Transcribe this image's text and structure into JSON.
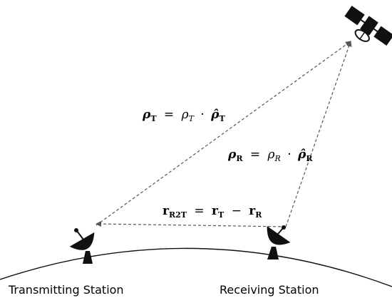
{
  "stations": {
    "transmitting": "Transmitting Station",
    "receiving": "Receiving Station"
  },
  "equations": {
    "rho_t": {
      "lhs": "ρ",
      "lhs_sub": "T",
      "eq": "=",
      "r1": "ρ",
      "r1_sub": "T",
      "dot": "·",
      "r2": "ρ̂",
      "r2_sub": "T"
    },
    "rho_r": {
      "lhs": "ρ",
      "lhs_sub": "R",
      "eq": "=",
      "r1": "ρ",
      "r1_sub": "R",
      "dot": "·",
      "r2": "ρ̂",
      "r2_sub": "R"
    },
    "r_r2t": {
      "lhs": "r",
      "lhs_sub": "R2T",
      "eq": "=",
      "r1": "r",
      "r1_sub": "T",
      "minus": "−",
      "r2": "r",
      "r2_sub": "R"
    }
  },
  "icons": {
    "satellite": "satellite-icon",
    "transmitting_dish": "satellite-dish-icon",
    "receiving_dish": "satellite-dish-icon"
  },
  "colors": {
    "line": "#555555",
    "earth": "#111111",
    "icon": "#111111"
  }
}
